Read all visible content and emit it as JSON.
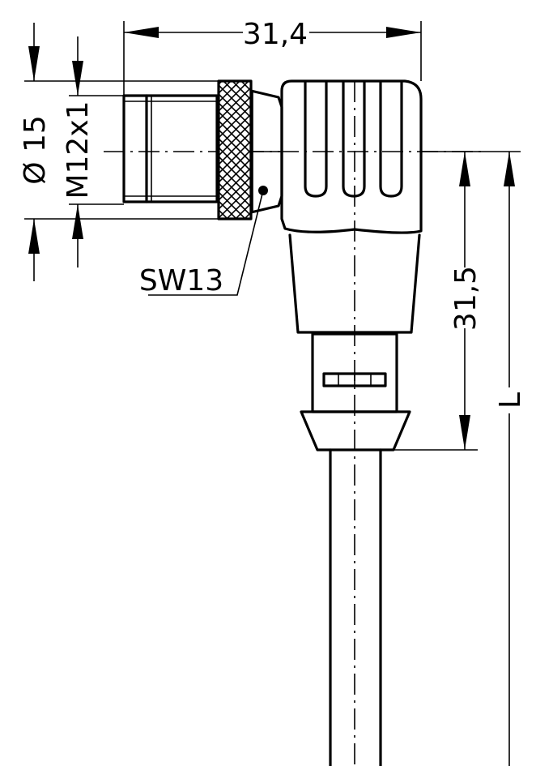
{
  "dimensions": {
    "overall_width": "31,4",
    "outer_diameter": "Ø 15",
    "thread": "M12x1",
    "wrench_size": "SW13",
    "height": "31,5",
    "length": "L"
  }
}
